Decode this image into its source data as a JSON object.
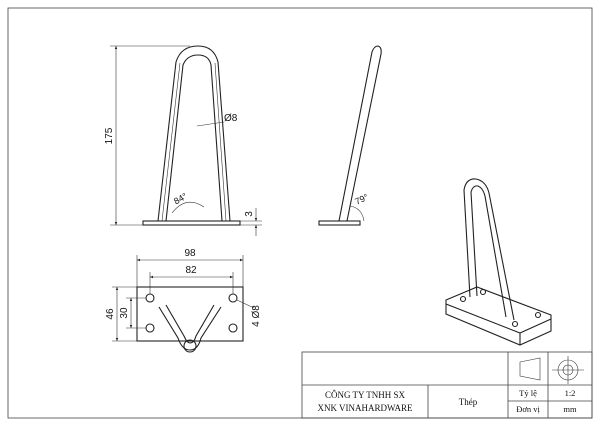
{
  "front_view": {
    "height_label": "175",
    "diameter_label": "Ø8",
    "angle_label": "84°",
    "plate_thickness_label": "3"
  },
  "side_view": {
    "angle_label": "79°"
  },
  "top_view": {
    "plate_width_label": "98",
    "hole_spacing_x_label": "82",
    "plate_depth_label": "46",
    "hole_spacing_y_label": "30",
    "holes_label": "4 Ø8"
  },
  "title_block": {
    "company_line1": "CÔNG TY TNHH SX",
    "company_line2": "XNK VINAHARDWARE",
    "material": "Thép",
    "scale_label": "Tỷ lệ",
    "scale_value": "1:2",
    "unit_label": "Đơn vị",
    "unit_value": "mm"
  }
}
